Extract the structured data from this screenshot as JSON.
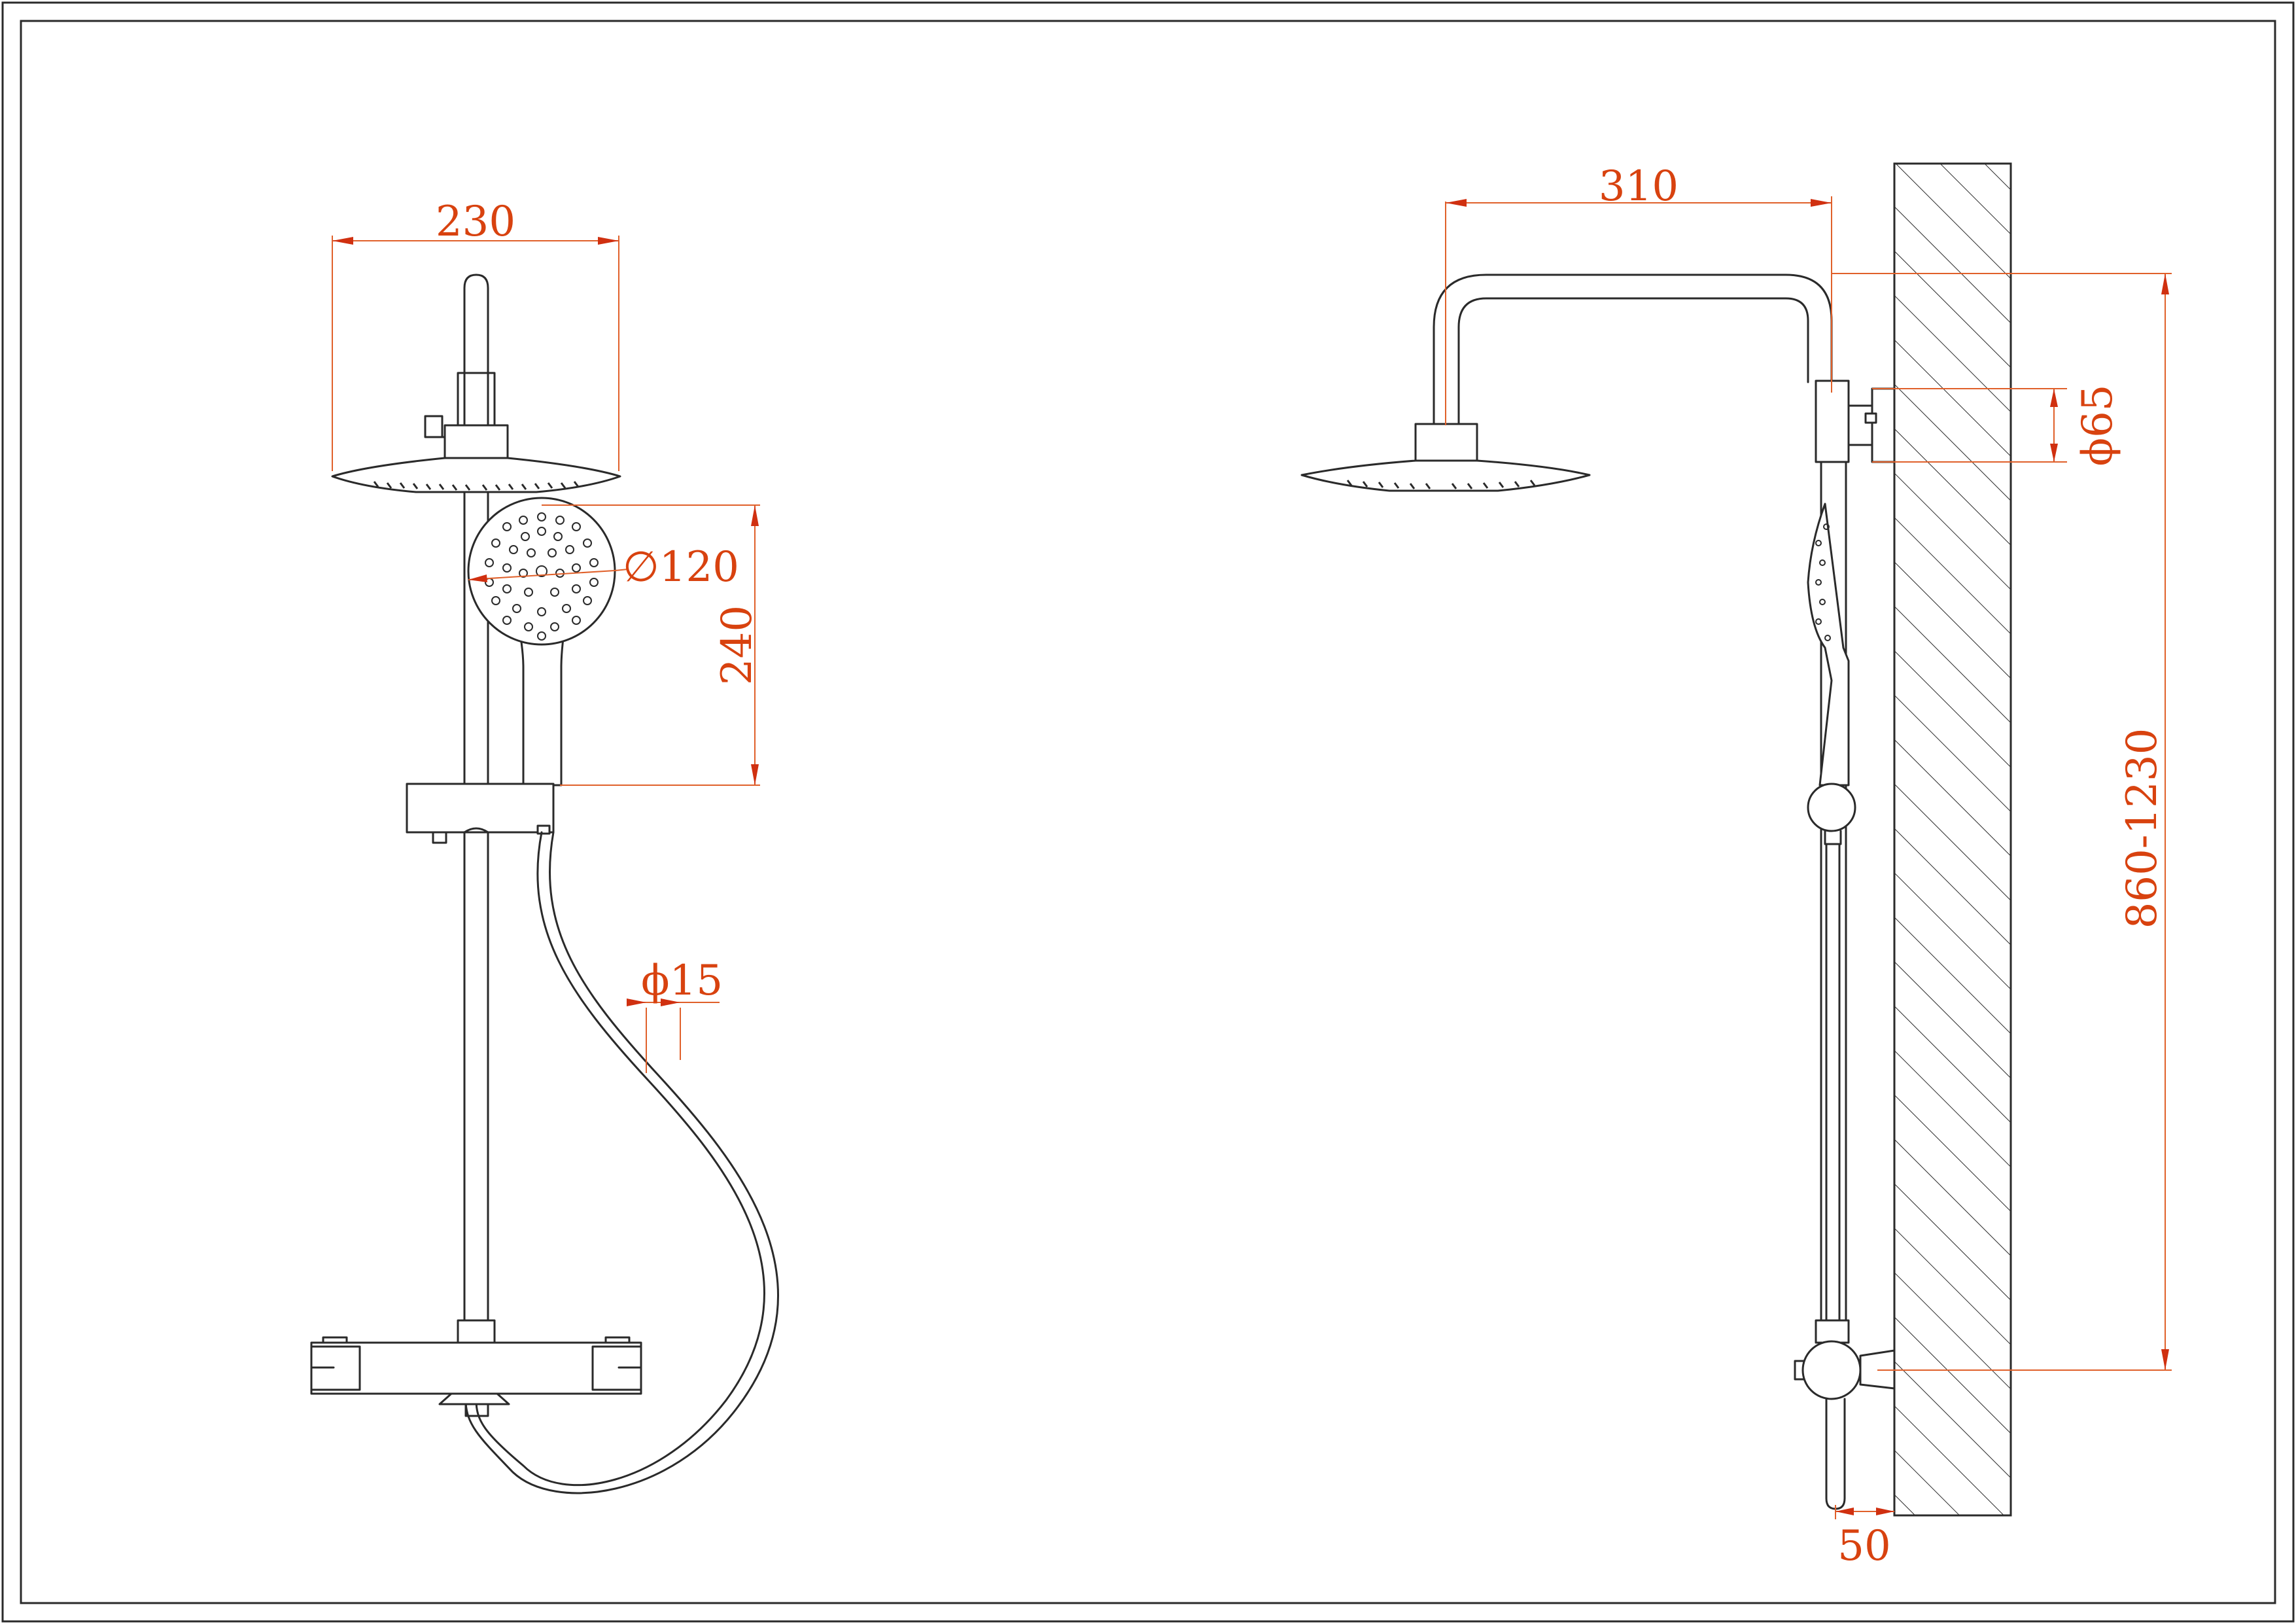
{
  "drawing": {
    "title": "",
    "views": [
      {
        "name": "front-view"
      },
      {
        "name": "side-view"
      }
    ],
    "colors": {
      "line": "#2a2a2a",
      "dimension_line": "#e0602a",
      "dimension_text": "#d8420f",
      "background": "#ffffff"
    }
  },
  "dimensions": {
    "overhead_width": "230",
    "hand_shower_diameter": "∅120",
    "hand_shower_height": "240",
    "hose_diameter": "ϕ15",
    "arm_projection": "310",
    "wall_flange_diameter": "ϕ65",
    "rail_height_range": "860-1230",
    "wall_distance": "50"
  }
}
